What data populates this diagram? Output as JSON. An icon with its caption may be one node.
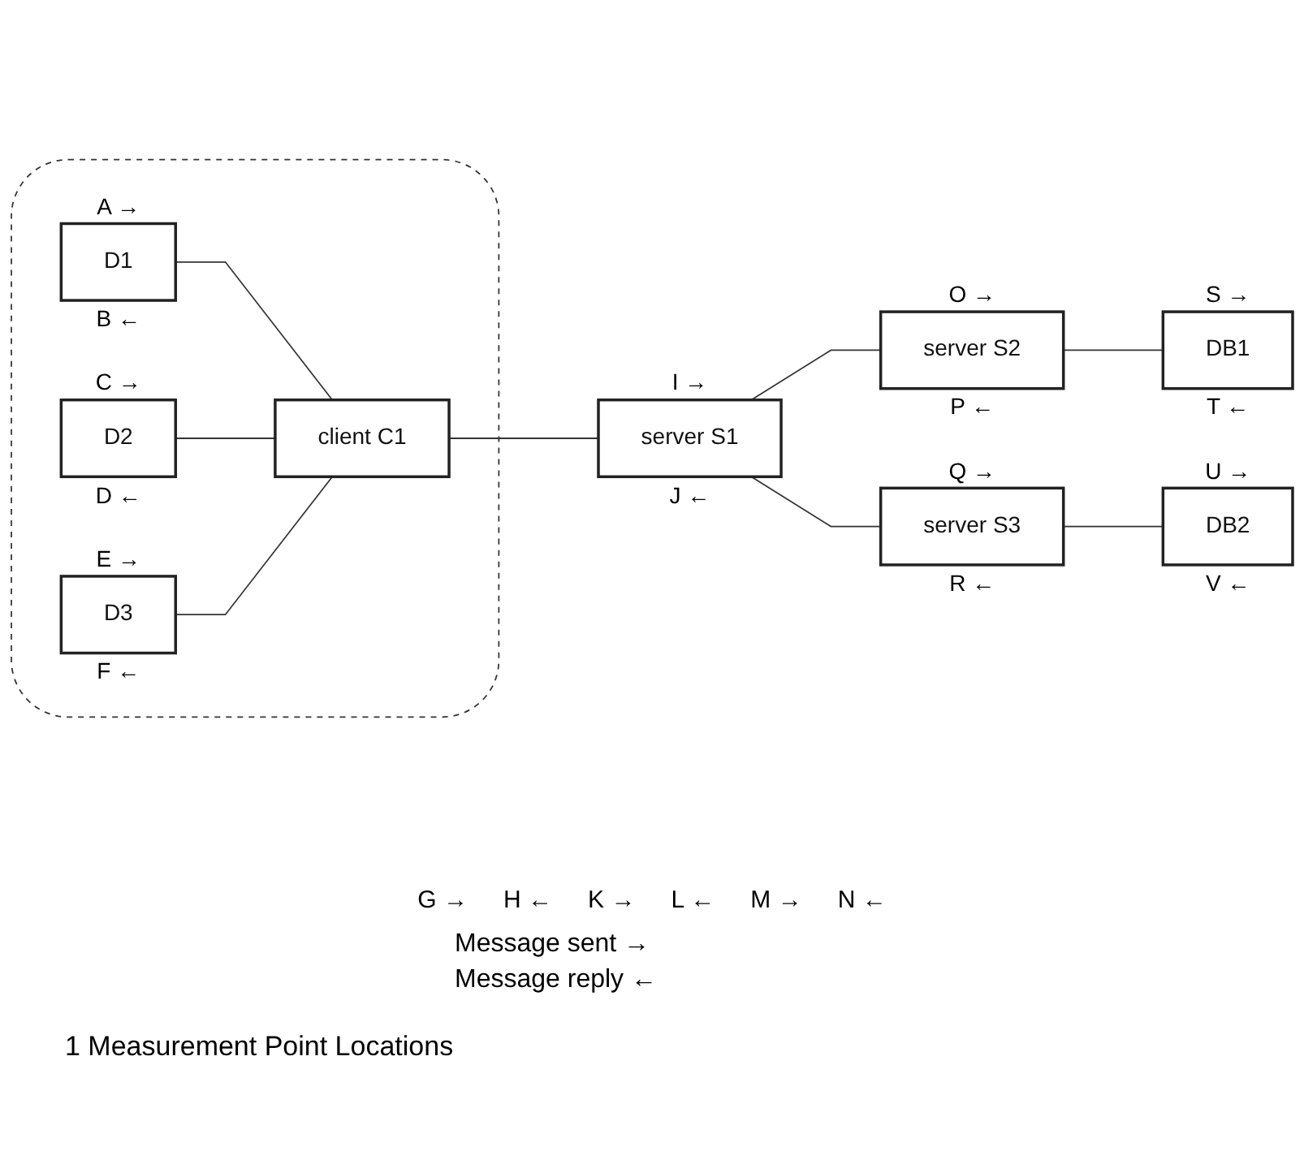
{
  "diagram": {
    "caption": "1 Measurement Point Locations",
    "nodes": [
      {
        "text": [],
        "shape": "box"
      },
      {
        "text": [
          "D1"
        ],
        "in": 0,
        "beside": [
          "A →",
          "B ←"
        ]
      },
      {
        "text": [
          "D2"
        ],
        "in": 0,
        "beside": [
          "C →",
          "D ←"
        ]
      },
      {
        "text": [
          "D3"
        ],
        "in": 0,
        "beside": [
          "E →",
          "F ←"
        ]
      },
      {
        "text": [
          "client C1"
        ],
        "in": 0
      },
      {
        "text": [
          "server S1"
        ],
        "beside": [
          "I →",
          "J ←"
        ]
      },
      {
        "text": [
          "server S2"
        ],
        "beside": [
          "O →",
          "P ←"
        ]
      },
      {
        "text": [
          "server S3"
        ],
        "beside": [
          "Q →",
          "R ←"
        ]
      },
      {
        "text": [
          "DB1"
        ],
        "beside": [
          "S →",
          "T ←"
        ]
      },
      {
        "text": [
          "DB2"
        ],
        "beside": [
          "U →",
          "V ←"
        ]
      }
    ],
    "edges": [
      {
        "from": 1,
        "to": 4,
        "arrow": "none"
      },
      {
        "from": 2,
        "to": 4,
        "arrow": "none"
      },
      {
        "from": 3,
        "to": 4,
        "arrow": "none"
      },
      {
        "from": 4,
        "to": 5,
        "arrow": "none"
      },
      {
        "from": 5,
        "to": 6,
        "arrow": "none"
      },
      {
        "from": 5,
        "to": 7,
        "arrow": "none"
      },
      {
        "from": 6,
        "to": 8,
        "arrow": "none"
      },
      {
        "from": 7,
        "to": 9,
        "arrow": "none"
      }
    ],
    "labels": [
      "G →",
      "H ←",
      "K →",
      "L ←",
      "M →",
      "N ←"
    ],
    "legend": [
      {
        "text": "Message sent →"
      },
      {
        "text": "Message reply ←"
      }
    ]
  }
}
